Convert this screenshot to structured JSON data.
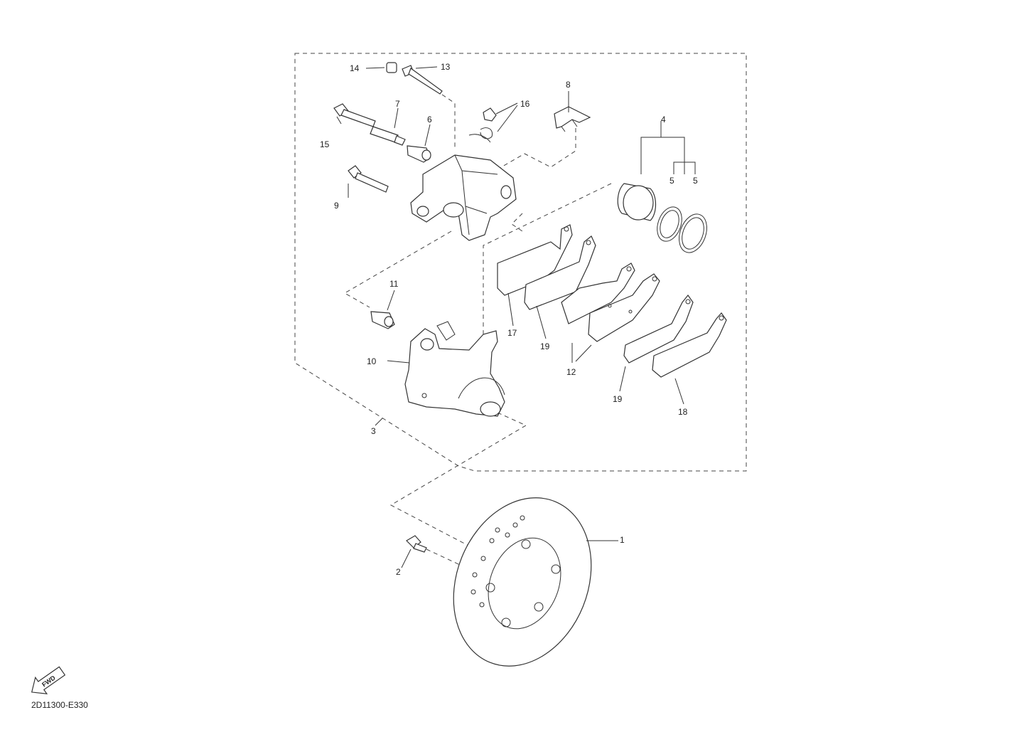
{
  "labels": {
    "p1": "1",
    "p2": "2",
    "p3": "3",
    "p4": "4",
    "p5a": "5",
    "p5b": "5",
    "p6": "6",
    "p7": "7",
    "p8": "8",
    "p9": "9",
    "p10": "10",
    "p11": "11",
    "p12": "12",
    "p13": "13",
    "p14": "14",
    "p15": "15",
    "p16": "16",
    "p17": "17",
    "p18": "18",
    "p19a": "19",
    "p19b": "19"
  },
  "fwd_arrow": {
    "text": "FWD",
    "icon": "fwd-arrow-icon"
  },
  "diagram_code": "2D11300-E330"
}
